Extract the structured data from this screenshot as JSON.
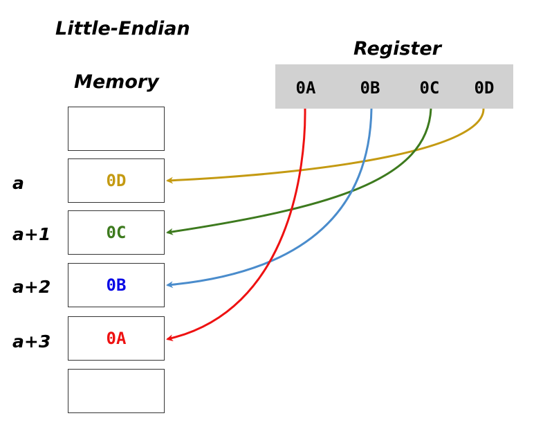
{
  "title": "Little-Endian",
  "register": {
    "title": "Register",
    "bytes": [
      "0A",
      "0B",
      "0C",
      "0D"
    ]
  },
  "memory": {
    "title": "Memory",
    "cells": [
      {
        "address": "",
        "value": ""
      },
      {
        "address": "a",
        "value": "0D"
      },
      {
        "address": "a+1",
        "value": "0C"
      },
      {
        "address": "a+2",
        "value": "0B"
      },
      {
        "address": "a+3",
        "value": "0A"
      },
      {
        "address": "",
        "value": ""
      }
    ]
  },
  "colors": {
    "0A": "#ee1111",
    "0B": "#4a8ccc",
    "0C": "#3d7a1e",
    "0D": "#c49a12",
    "0B_text": "#0a0ae6"
  }
}
